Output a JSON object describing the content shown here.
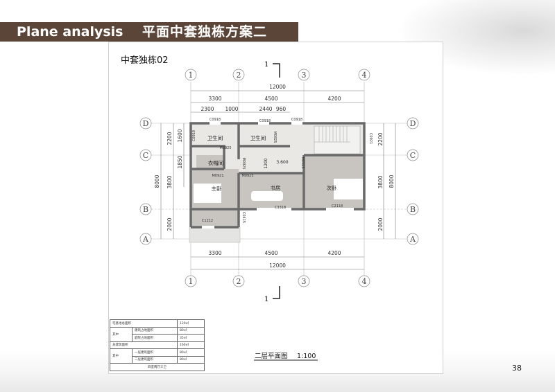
{
  "header": {
    "title_en": "Plane analysis",
    "title_cn": "平面中套独栋方案二"
  },
  "sheet": {
    "title": "中套独栋02",
    "caption": "二层平面图",
    "scale": "1:100",
    "page_number": "38"
  },
  "section_mark": "1",
  "axes": {
    "columns": [
      "1",
      "2",
      "3",
      "4"
    ],
    "rows": [
      "D",
      "C",
      "B",
      "A"
    ]
  },
  "dimensions": {
    "top_total": "12000",
    "top_bays": [
      "3300",
      "4500",
      "4200"
    ],
    "top_sub": [
      "2300",
      "1000",
      "2440",
      "960"
    ],
    "bottom_bays": [
      "3300",
      "4500",
      "4200"
    ],
    "bottom_total": "12000",
    "left_total": "8000",
    "left_bays": [
      "3800",
      "2000"
    ],
    "left_sub": [
      "2200",
      "1600",
      "1850"
    ],
    "right_total": "8000",
    "right_bays": [
      "2200",
      "3800",
      "2000"
    ]
  },
  "rooms": {
    "bath1": "卫生间",
    "bath2": "卫生间",
    "closet": "衣帽间",
    "master": "主卧",
    "study": "书房",
    "second": "次卧",
    "level": "3.600",
    "corridor_dim": "1200"
  },
  "openings": {
    "w1": "C0918",
    "w2": "C0918",
    "w3": "C0918",
    "w4": "C0918",
    "w5": "C0921",
    "d1": "M0825",
    "d2": "M0825",
    "d3": "M0921",
    "d4": "M0925",
    "d5": "M0925",
    "d6": "M0925",
    "w6": "C1212",
    "w7": "C3318",
    "w8": "C2118",
    "w9": "C0415"
  },
  "area_table": [
    {
      "label": "宅基地总面积",
      "sub": "",
      "value": "120㎡"
    },
    {
      "label": "其中",
      "sub": "建筑占地面积",
      "value": "80㎡"
    },
    {
      "label": "",
      "sub": "庭院占地面积",
      "value": "35㎡"
    },
    {
      "label": "总建筑面积",
      "sub": "",
      "value": "160㎡"
    },
    {
      "label": "其中",
      "sub": "一层建筑面积",
      "value": "80㎡"
    },
    {
      "label": "",
      "sub": "二层建筑面积",
      "value": "80㎡"
    },
    {
      "label": "四室两厅三卫",
      "sub": "",
      "value": ""
    }
  ]
}
